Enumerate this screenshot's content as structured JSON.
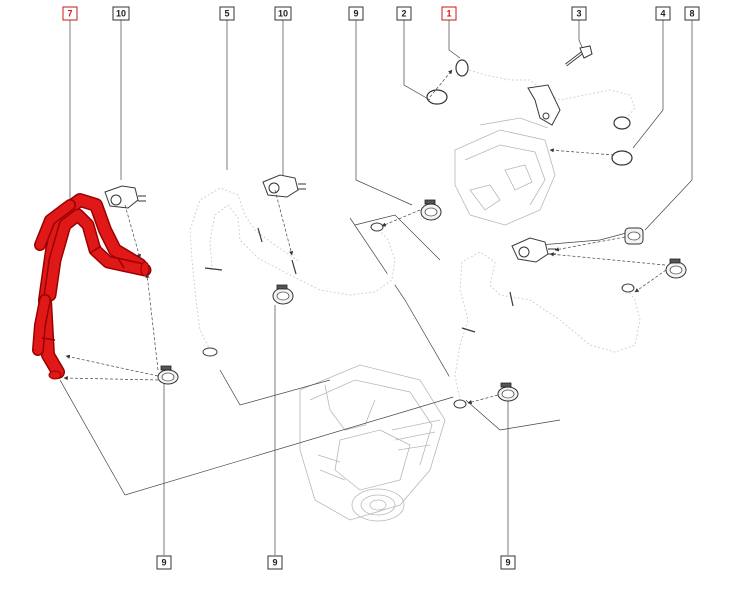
{
  "callouts": {
    "c1": "1",
    "c2": "2",
    "c3": "3",
    "c4": "4",
    "c5": "5",
    "c7": "7",
    "c8": "8",
    "c9a": "9",
    "c9b": "9",
    "c9c": "9",
    "c9d": "9",
    "c10a": "10",
    "c10b": "10"
  },
  "highlight_color": "#e01818",
  "highlighted_part": "7",
  "icons": {
    "clamp": "hose-clamp-icon",
    "bracket": "hose-bracket-icon",
    "bolt": "bolt-icon",
    "seal": "o-ring-seal-icon"
  }
}
